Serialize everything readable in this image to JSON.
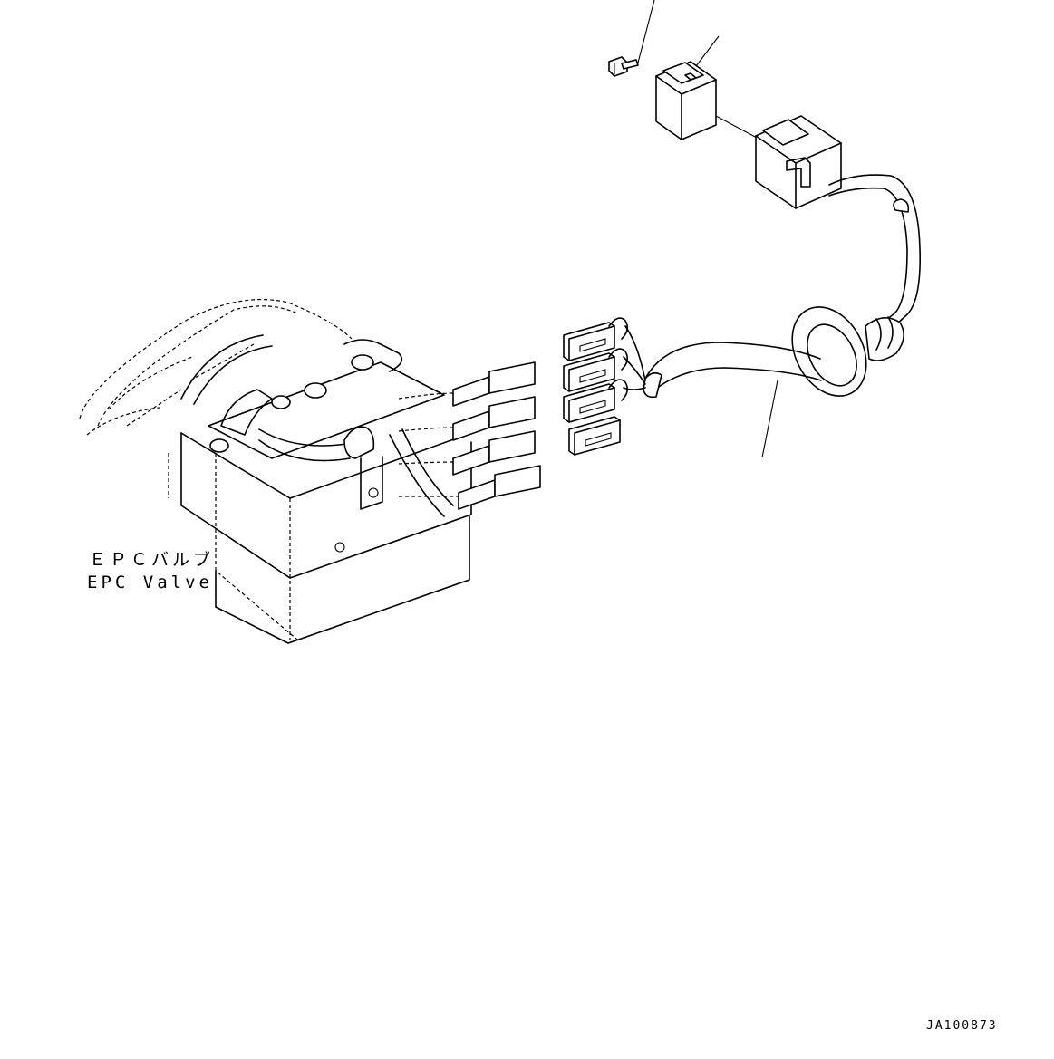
{
  "labels": {
    "epc_valve_jp": "ＥＰＣバルブ",
    "epc_valve_en": "EPC Valve"
  },
  "drawing_number": "JA100873"
}
